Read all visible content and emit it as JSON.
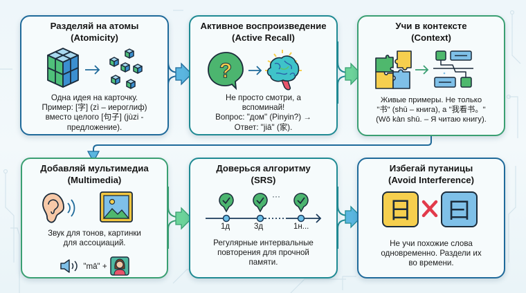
{
  "cards": [
    {
      "id": "atomicity",
      "title": "Разделяй на атомы",
      "subtitle": "(Atomicity)",
      "lines": [
        "Одна идея на карточку.",
        "Пример: [字] (zì – иероглиф)",
        "вместо целого [句子] (jùzi -",
        "предложение)."
      ],
      "icons": [
        "cube-block-icon",
        "arrow-right-icon",
        "small-cubes-icon"
      ]
    },
    {
      "id": "active-recall",
      "title": "Активное воспроизведение",
      "subtitle": "(Active Recall)",
      "lines": [
        "Не просто смотри, а",
        "вспоминай!",
        "Вопрос: \"дом\" (Pinyin?) →",
        "Ответ: \"jiā\" (家)."
      ],
      "icons": [
        "question-bubble-icon",
        "arrow-right-icon",
        "brain-icon"
      ]
    },
    {
      "id": "context",
      "title": "Учи в контексте",
      "subtitle": "(Context)",
      "lines": [
        "Живые примеры. Не только",
        "\"书\" (shū – книга), а \"我看书。\"",
        "(Wǒ kàn shū. – Я читаю книгу)."
      ],
      "icons": [
        "puzzle-icon",
        "arrow-right-icon",
        "structure-diagram-icon"
      ]
    },
    {
      "id": "multimedia",
      "title": "Добавляй мультимедиа",
      "subtitle": "(Multimedia)",
      "lines": [
        "Звук для тонов, картинки",
        "для ассоциаций."
      ],
      "example_text": "\"mā\" +",
      "icons": [
        "ear-sound-icon",
        "picture-icon",
        "speaker-icon",
        "mother-portrait-icon"
      ]
    },
    {
      "id": "srs",
      "title": "Доверься алгоритму",
      "subtitle": "(SRS)",
      "lines": [
        "Регулярные интервальные",
        "повторения для прочной",
        "памяти."
      ],
      "timeline": {
        "labels": [
          "1д",
          "3д",
          "1н..."
        ],
        "ellipsis": "..."
      },
      "icons": [
        "check-pin-icon",
        "timeline-arrow-icon"
      ]
    },
    {
      "id": "interference",
      "title": "Избегай путаницы",
      "subtitle": "(Avoid Interference)",
      "lines": [
        "Не учи похожие слова",
        "одновременно. Раздели их",
        "во времени."
      ],
      "chars": {
        "left": "日",
        "right": "曰"
      },
      "icons": [
        "char-card-icon",
        "cross-icon",
        "char-card-icon"
      ]
    }
  ],
  "colors": {
    "blue": "#1f6a9a",
    "teal": "#1f8a93",
    "green": "#3a9f72",
    "arrow_blue": "#5bb6e0",
    "arrow_green": "#6cd39a",
    "yellow": "#f6cf4e",
    "light_blue": "#7fc0e8",
    "red": "#e23b4b"
  }
}
